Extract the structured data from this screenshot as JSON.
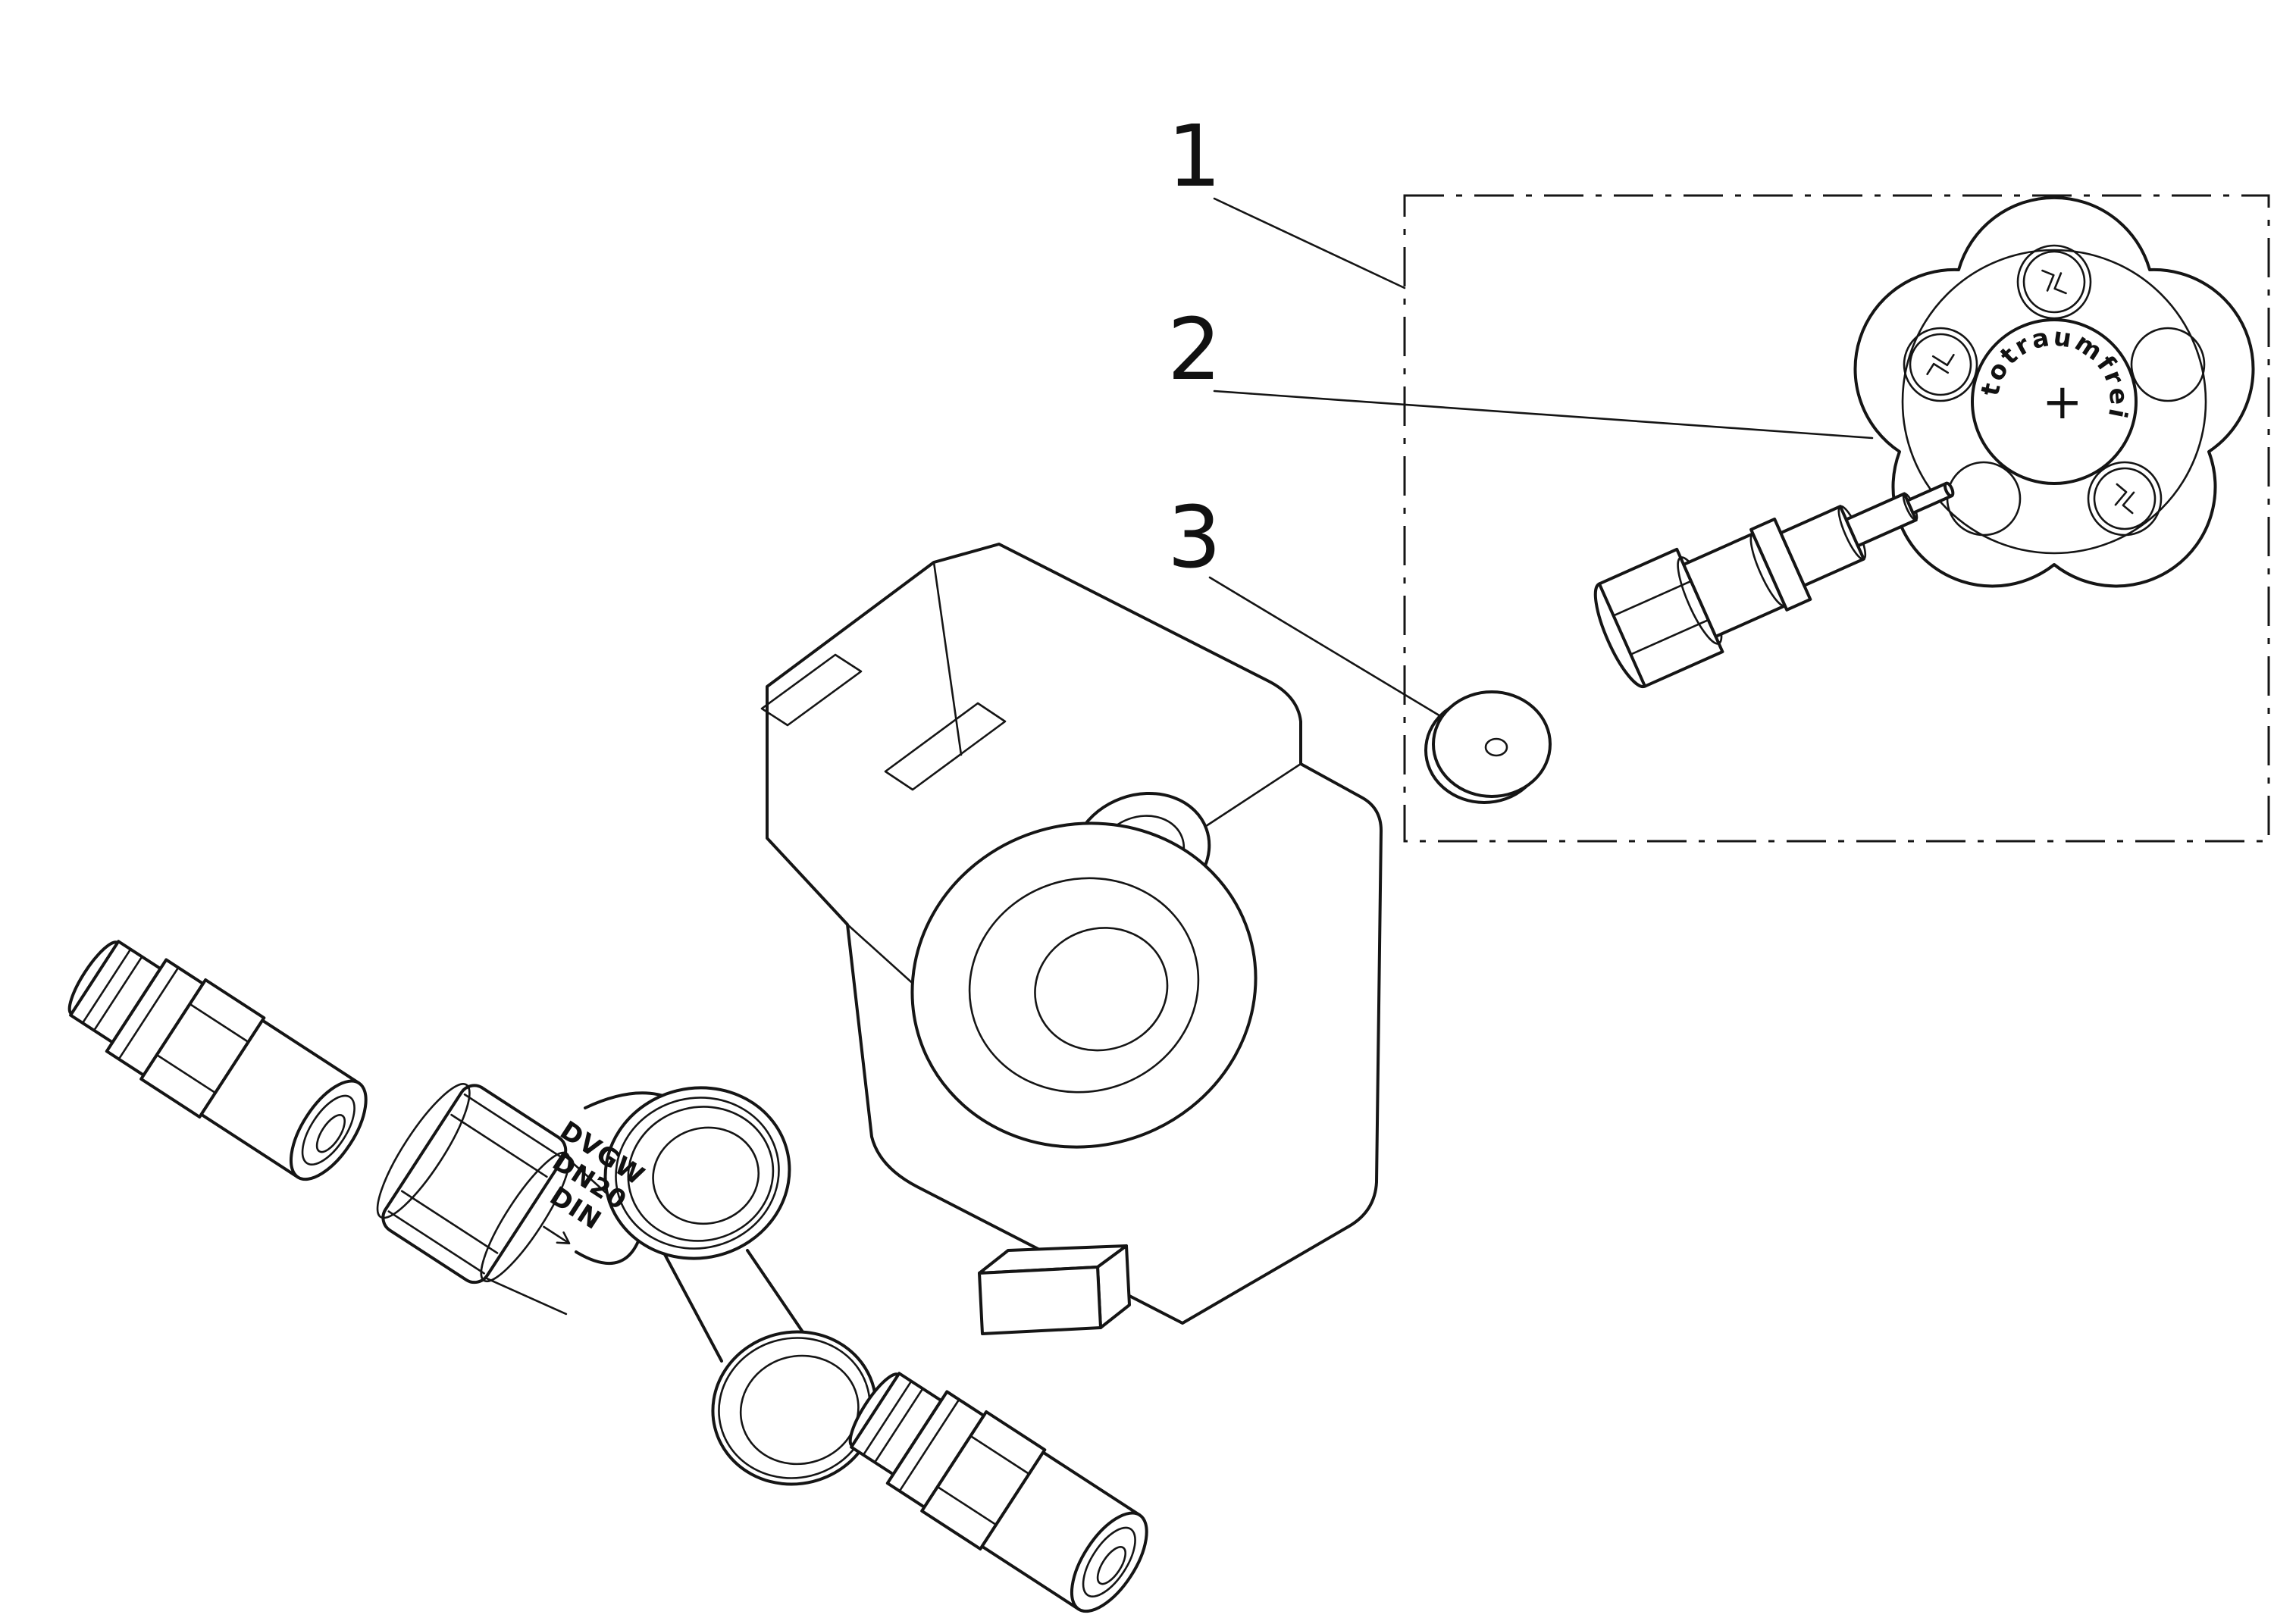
{
  "diagram_type": "exploded-parts-drawing",
  "colors": {
    "line": "#151515",
    "background": "#ffffff"
  },
  "callouts": {
    "labels": [
      "1",
      "2",
      "3"
    ]
  },
  "handwheel": {
    "cap_text": "totraumfrei",
    "screw_mark": "+"
  },
  "valve_markings": {
    "line1": "DVGW",
    "line2": "DN20",
    "line3": "DIN"
  },
  "icons": {
    "brand_logo": "double-hook-emblem",
    "screw_slot": "+",
    "flow_direction_arrow": "arrow-along-flow"
  }
}
